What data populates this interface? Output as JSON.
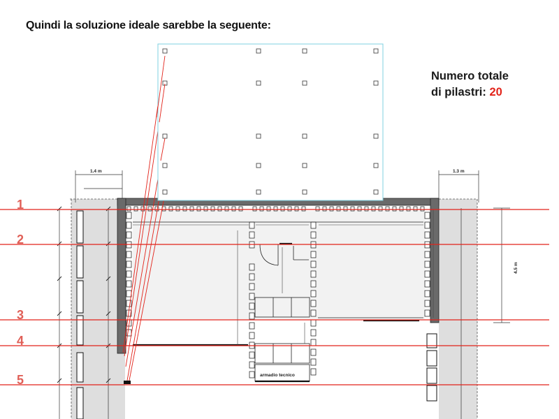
{
  "heading": "Quindi la soluzione ideale sarebbe la seguente:",
  "total": {
    "line1": "Numero totale",
    "line2": "di pilastri: ",
    "value": "20"
  },
  "row_labels": [
    "1",
    "2",
    "3",
    "4",
    "5"
  ],
  "dims": {
    "left_width": "1.4 m",
    "right_width": "1.3 m",
    "height": "4.5 m"
  },
  "room_label": "armadio tecnico",
  "colors": {
    "red": "#e2231a",
    "overlay_border": "#7fd0e0",
    "wall_fill": "#6a6a6a",
    "shade": "#dedede"
  }
}
